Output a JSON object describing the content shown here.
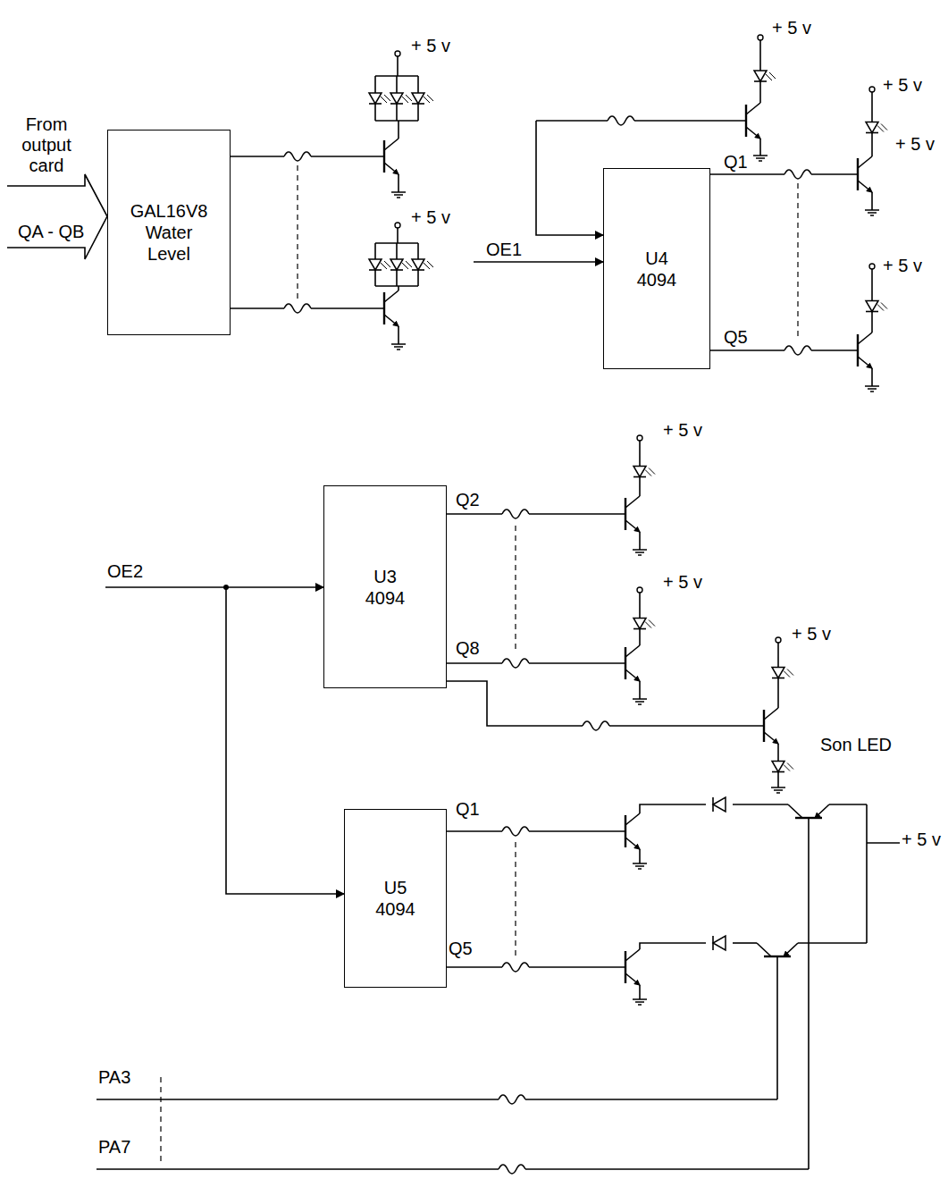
{
  "diagram": {
    "nodes": [
      {
        "text": [
          "GAL16V8 Water Level"
        ]
      },
      {
        "text": [
          "U4 4094"
        ]
      },
      {
        "text": [
          "U3 4094"
        ]
      },
      {
        "text": [
          "U5 4094"
        ]
      }
    ],
    "labels": [
      "From output card",
      "QA - QB",
      "+ 5 v",
      "+ 5 v",
      "+ 5 v",
      "+ 5 v",
      "OE1",
      "Q1",
      "+ 5 v",
      "+ 5 v",
      "Q5",
      "+ 5 v",
      "Q2",
      "OE2",
      "+ 5 v",
      "Q8",
      "+ 5 v",
      "Son LED",
      "Q1",
      "+ 5 v",
      "Q5",
      "PA3",
      "PA7"
    ]
  }
}
